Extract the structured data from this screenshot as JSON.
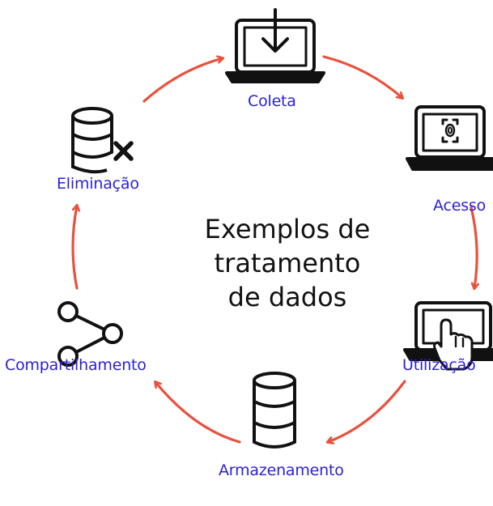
{
  "title": {
    "line1": "Exemplos de",
    "line2": "tratamento",
    "line3": "de dados"
  },
  "steps": [
    {
      "label": "Coleta",
      "icon": "laptop-download-icon"
    },
    {
      "label": "Acesso",
      "icon": "laptop-fingerprint-icon"
    },
    {
      "label": "Utilização",
      "icon": "laptop-touch-icon"
    },
    {
      "label": "Armazenamento",
      "icon": "database-icon"
    },
    {
      "label": "Compartilhamento",
      "icon": "share-icon"
    },
    {
      "label": "Eliminação",
      "icon": "database-delete-icon"
    }
  ],
  "colors": {
    "label": "#2a1fd6",
    "arrow": "#e8513c",
    "icon": "#111111",
    "title": "#111111"
  }
}
